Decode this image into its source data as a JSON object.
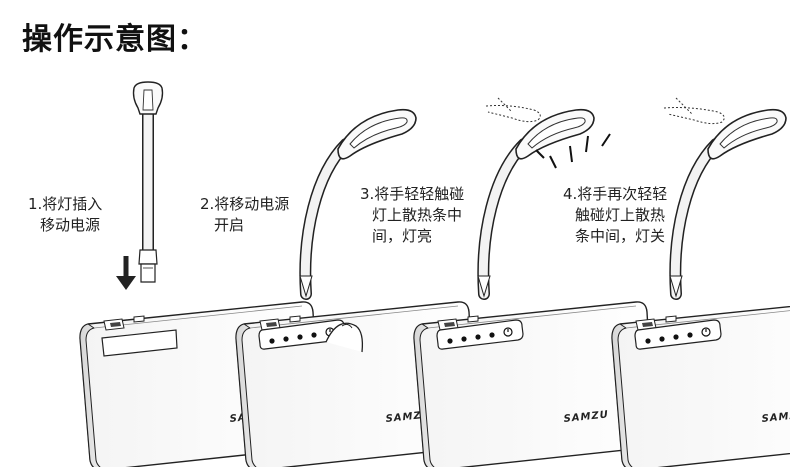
{
  "title": "操作示意图：",
  "brand": "SAMZU",
  "steps": [
    {
      "lines": [
        "1.将灯插入",
        "移动电源"
      ]
    },
    {
      "lines": [
        "2.将移动电源",
        "开启"
      ]
    },
    {
      "lines": [
        "3.将手轻轻触碰",
        "灯上散热条中",
        "间，灯亮"
      ]
    },
    {
      "lines": [
        "4.将手再次轻轻",
        "触碰灯上散热",
        "条中间，灯关"
      ]
    }
  ]
}
